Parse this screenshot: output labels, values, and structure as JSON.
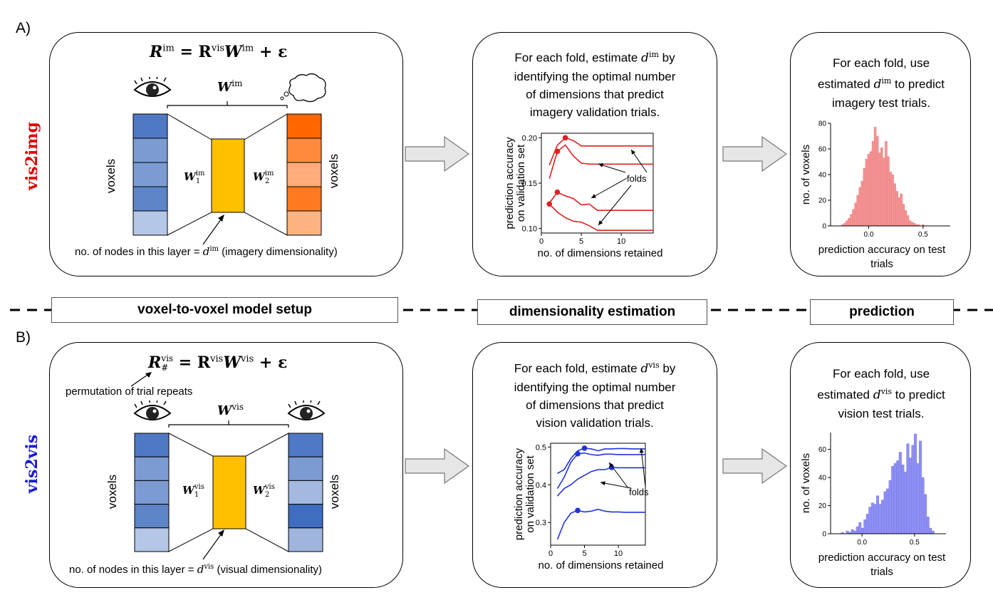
{
  "labels": {
    "a": "A)",
    "b": "B)"
  },
  "headers": {
    "setup": "voxel-to-voxel model setup",
    "dim": "dimensionality estimation",
    "pred": "prediction"
  },
  "rowA": {
    "tag": "vis2img",
    "tag_color": "#e00000",
    "eq_lhs": "R",
    "eq_lhs_sup": "im",
    "eq_rhs": "= R",
    "eq_rhs_sup1": "vis",
    "eq_rhs_W": "W",
    "eq_rhs_sup2": "im",
    "eq_tail": "+ ε",
    "w_top": "W",
    "w_top_sup": "im",
    "w1": "W",
    "w1_sub": "1",
    "w1_sup": "im",
    "w2": "W",
    "w2_sub": "2",
    "w2_sup": "im",
    "voxels_left": "voxels",
    "voxels_right": "voxels",
    "nodes_pre": "no. of nodes in this layer = ",
    "nodes_d": "d",
    "nodes_sup": "im",
    "nodes_post": " (imagery dimensionality)",
    "dim_text_1": "For each fold, estimate ",
    "dim_d": "d",
    "dim_sup": "im",
    "dim_text_2": " by",
    "dim_text_3": "identifying the optimal number",
    "dim_text_4": "of dimensions that predict",
    "dim_text_5": "imagery validation trials.",
    "pred_text_1": "For each fold, use",
    "pred_text_2": "estimated ",
    "pred_d": "d",
    "pred_sup": "im",
    "pred_text_3": " to predict",
    "pred_text_4": "imagery test trials.",
    "left_colors": [
      "#4f79c4",
      "#7c9bd3",
      "#7c9bd3",
      "#5d85c8",
      "#b4c7e7"
    ],
    "right_colors": [
      "#ff6600",
      "#ff8a3d",
      "#ffad7a",
      "#ff7a1f",
      "#ffb380"
    ]
  },
  "rowB": {
    "tag": "vis2vis",
    "tag_color": "#1a1ad6",
    "eq_lhs": "R",
    "eq_lhs_sub": "#",
    "eq_lhs_sup": "vis",
    "eq_rhs": "= R",
    "eq_rhs_sup1": "vis",
    "eq_rhs_W": "W",
    "eq_rhs_sup2": "vis",
    "eq_tail": "+ ε",
    "perm": "permutation of trial repeats",
    "w_top": "W",
    "w_top_sup": "vis",
    "w1": "W",
    "w1_sub": "1",
    "w1_sup": "vis",
    "w2": "W",
    "w2_sub": "2",
    "w2_sup": "vis",
    "voxels_left": "voxels",
    "voxels_right": "voxels",
    "nodes_pre": "no. of nodes in this layer = ",
    "nodes_d": "d",
    "nodes_sup": "vis",
    "nodes_post": " (visual dimensionality)",
    "dim_text_1": "For each fold, estimate ",
    "dim_d": "d",
    "dim_sup": "vis",
    "dim_text_2": " by",
    "dim_text_3": "identifying the optimal number",
    "dim_text_4": "of dimensions that predict",
    "dim_text_5": "vision validation trials.",
    "pred_text_1": "For each fold, use",
    "pred_text_2": "estimated ",
    "pred_d": "d",
    "pred_sup": "vis",
    "pred_text_3": " to predict",
    "pred_text_4": "vision test trials.",
    "left_colors": [
      "#4f79c4",
      "#7c9bd3",
      "#7c9bd3",
      "#5d85c8",
      "#b4c7e7"
    ],
    "right_colors": [
      "#4f79c4",
      "#7c9bd3",
      "#a3b9e0",
      "#3f6dbf",
      "#9fb5dd"
    ]
  },
  "middle_color": "#ffc000",
  "chart_data": [
    {
      "type": "line",
      "id": "vis2img-validation",
      "xlabel": "no. of dimensions retained",
      "ylabel": "prediction accuracy on validation set",
      "annotation": "folds",
      "color": "#e02020",
      "xlim": [
        0,
        14
      ],
      "ylim": [
        0.095,
        0.205
      ],
      "xticks": [
        0,
        5,
        10
      ],
      "yticks": [
        0.1,
        0.15,
        0.2
      ],
      "series": [
        {
          "x": [
            1,
            2,
            3,
            4,
            5,
            6,
            7,
            8,
            9,
            10,
            11,
            12,
            13,
            14
          ],
          "y": [
            0.17,
            0.192,
            0.2,
            0.197,
            0.191,
            0.191,
            0.191,
            0.191,
            0.191,
            0.191,
            0.191,
            0.191,
            0.191,
            0.191
          ],
          "peak": 3
        },
        {
          "x": [
            1,
            2,
            3,
            4,
            5,
            6,
            7,
            8,
            9,
            10,
            11,
            12,
            13,
            14
          ],
          "y": [
            0.155,
            0.185,
            0.192,
            0.18,
            0.172,
            0.171,
            0.171,
            0.171,
            0.171,
            0.171,
            0.171,
            0.171,
            0.171,
            0.171
          ],
          "peak": 2
        },
        {
          "x": [
            1,
            2,
            3,
            4,
            5,
            6,
            7,
            8,
            9,
            10,
            11,
            12,
            13,
            14
          ],
          "y": [
            0.128,
            0.14,
            0.136,
            0.133,
            0.126,
            0.127,
            0.12,
            0.12,
            0.12,
            0.12,
            0.12,
            0.12,
            0.12,
            0.12
          ],
          "peak": 2
        },
        {
          "x": [
            1,
            2,
            3,
            4,
            5,
            6,
            7,
            8,
            9,
            10,
            11,
            12,
            13,
            14
          ],
          "y": [
            0.127,
            0.118,
            0.112,
            0.108,
            0.107,
            0.103,
            0.098,
            0.098,
            0.098,
            0.098,
            0.098,
            0.098,
            0.098,
            0.098
          ],
          "peak": 1
        }
      ]
    },
    {
      "type": "bar",
      "id": "vis2img-test",
      "xlabel": "prediction accuracy on test trials",
      "ylabel": "no. of voxels",
      "color": "#f08080",
      "xlim": [
        -0.35,
        0.75
      ],
      "ylim": [
        0,
        80
      ],
      "xticks": [
        0.0,
        0.5
      ],
      "yticks": [
        0,
        20,
        40,
        60,
        80
      ],
      "bin_start": -0.25,
      "bin_width": 0.02,
      "values": [
        1,
        2,
        4,
        6,
        9,
        13,
        18,
        24,
        30,
        35,
        45,
        52,
        56,
        58,
        66,
        77,
        70,
        57,
        61,
        53,
        66,
        54,
        42,
        40,
        33,
        27,
        22,
        25,
        17,
        12,
        8,
        4,
        3,
        2,
        1,
        1,
        0,
        1
      ]
    },
    {
      "type": "line",
      "id": "vis2vis-validation",
      "xlabel": "no. of dimensions retained",
      "ylabel": "prediction accuracy on validation set",
      "annotation": "folds",
      "color": "#2233dd",
      "xlim": [
        0,
        14
      ],
      "ylim": [
        0.24,
        0.51
      ],
      "xticks": [
        0,
        5,
        10
      ],
      "yticks": [
        0.3,
        0.4,
        0.5
      ],
      "series": [
        {
          "x": [
            1,
            2,
            3,
            4,
            5,
            6,
            7,
            8,
            9,
            10,
            11,
            12,
            13,
            14
          ],
          "y": [
            0.43,
            0.44,
            0.47,
            0.49,
            0.497,
            0.495,
            0.49,
            0.495,
            0.495,
            0.496,
            0.496,
            0.495,
            0.495,
            0.495
          ],
          "peak": 5
        },
        {
          "x": [
            1,
            2,
            3,
            4,
            5,
            6,
            7,
            8,
            9,
            10,
            11,
            12,
            13,
            14
          ],
          "y": [
            0.39,
            0.42,
            0.46,
            0.482,
            0.484,
            0.48,
            0.478,
            0.481,
            0.481,
            0.48,
            0.48,
            0.48,
            0.48,
            0.48
          ],
          "peak": 4
        },
        {
          "x": [
            1,
            2,
            3,
            4,
            5,
            6,
            7,
            8,
            9,
            10,
            11,
            12,
            13,
            14
          ],
          "y": [
            0.37,
            0.39,
            0.4,
            0.415,
            0.425,
            0.435,
            0.44,
            0.44,
            0.446,
            0.445,
            0.445,
            0.445,
            0.445,
            0.445
          ],
          "peak": 9
        },
        {
          "x": [
            1,
            2,
            3,
            4,
            5,
            6,
            7,
            8,
            9,
            10,
            11,
            12,
            13,
            14
          ],
          "y": [
            0.255,
            0.3,
            0.325,
            0.332,
            0.328,
            0.33,
            0.335,
            0.33,
            0.328,
            0.328,
            0.327,
            0.327,
            0.327,
            0.327
          ],
          "peak": 4
        }
      ]
    },
    {
      "type": "bar",
      "id": "vis2vis-test",
      "xlabel": "prediction accuracy on test trials",
      "ylabel": "no. of voxels",
      "color": "#7b7bf0",
      "xlim": [
        -0.3,
        0.8
      ],
      "ylim": [
        0,
        72
      ],
      "xticks": [
        0.0,
        0.5
      ],
      "yticks": [
        0,
        20,
        40,
        60
      ],
      "bin_start": -0.2,
      "bin_width": 0.024,
      "values": [
        1,
        0,
        2,
        1,
        3,
        2,
        5,
        8,
        4,
        10,
        14,
        19,
        22,
        21,
        27,
        21,
        24,
        30,
        32,
        38,
        48,
        50,
        52,
        58,
        49,
        44,
        64,
        54,
        63,
        71,
        50,
        66,
        40,
        28,
        12,
        4,
        2
      ]
    }
  ]
}
